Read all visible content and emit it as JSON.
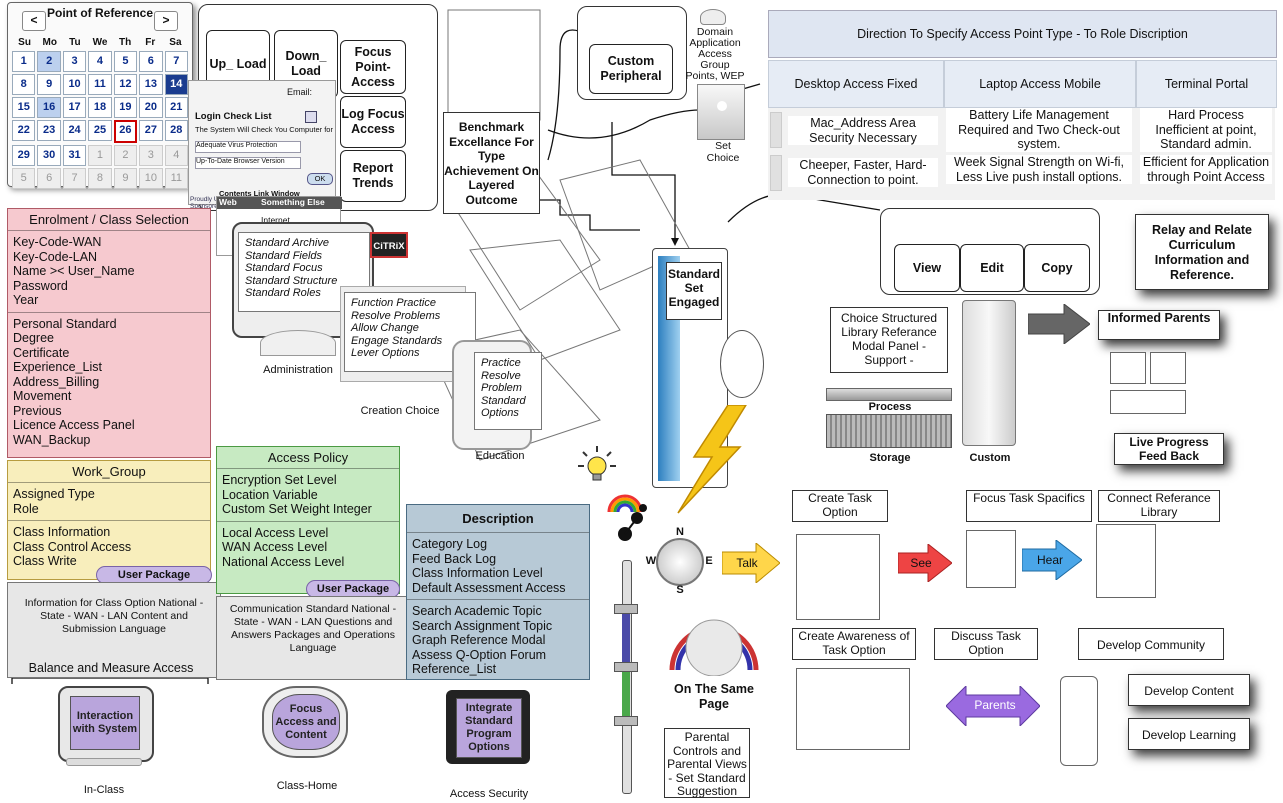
{
  "calendar": {
    "prev": "<",
    "next": ">",
    "title": "Point of Reference",
    "days": [
      "Su",
      "Mo",
      "Tu",
      "We",
      "Th",
      "Fr",
      "Sa"
    ],
    "cells": [
      "1",
      "2",
      "3",
      "4",
      "5",
      "6",
      "7",
      "8",
      "9",
      "10",
      "11",
      "12",
      "13",
      "14",
      "15",
      "16",
      "17",
      "18",
      "19",
      "20",
      "21",
      "22",
      "23",
      "24",
      "25",
      "26",
      "27",
      "28",
      "29",
      "30",
      "31",
      "1",
      "2",
      "3",
      "4",
      "5",
      "6",
      "7",
      "8",
      "9",
      "10",
      "11"
    ],
    "selected": "14",
    "today": "26"
  },
  "toolbox": {
    "upload": "Up_ Load",
    "download": "Down_ Load",
    "focus_point": "Focus Point- Access",
    "log_focus": "Log Focus Access",
    "report": "Report Trends"
  },
  "login": {
    "email": "Email:",
    "check_list": "Login Check List",
    "note": "The System Will Check You Computer for the ...",
    "virus": "Adequate Virus Protection",
    "browser": "Up-To-Date Browser Version",
    "ok": "OK",
    "contents": "Contents Link Window",
    "weblinks": "Web Links",
    "something": "Something Else",
    "internet": "Internet",
    "sponsored": "Proudly Un-Sponsored by:"
  },
  "benchmark": "Benchmark Excellance For Type Achievement On Layered Outcome",
  "peripheral": "Custom Peripheral",
  "domain": "Domain Application Access Group Points, WEP",
  "set_choice": "Set Choice",
  "table": {
    "header": "Direction To Specify Access Point Type - To Role Discription",
    "cols": [
      "Desktop Access Fixed",
      "Laptop Access Mobile",
      "Terminal Portal"
    ],
    "row1": [
      "Mac_Address Area Security Necessary",
      "Battery Life Management Required and Two Check-out system.",
      "Hard Process Inefficient at point, Standard admin."
    ],
    "row2": [
      "Cheeper, Faster, Hard-Connection to point.",
      "Week Signal Strength on Wi-fi, Less Live push install options.",
      "Efficient for Application through Point Access"
    ]
  },
  "edit_bar": {
    "view": "View",
    "edit": "Edit",
    "copy": "Copy"
  },
  "relay": "Relay and Relate Curriculum Information and Reference.",
  "informed": "Informed Parents",
  "live_progress": "Live Progress Feed Back",
  "choice_library": "Choice Structured Library Referance Modal Panel - Support -",
  "process": "Process",
  "storage": "Storage",
  "custom": "Custom",
  "standard_set": "Standard Set Engaged",
  "enrolment": {
    "title": "Enrolment / Class Selection",
    "sec1": [
      "Key-Code-WAN",
      "Key-Code-LAN",
      "Name >< User_Name",
      "Password",
      "Year"
    ],
    "sec2": [
      "Personal Standard",
      "Degree",
      "Certificate",
      "Experience_List",
      "Address_Billing",
      "Movement",
      "Previous",
      "Licence Access Panel",
      "WAN_Backup"
    ]
  },
  "work_group": {
    "title": "Work_Group",
    "sec1": [
      "Assigned Type",
      "Role"
    ],
    "sec2": [
      "Class Information",
      "Class Control Access",
      "Class Write"
    ],
    "pill": "User Package",
    "note": "Information for Class Option National - State - WAN - LAN Content and Submission Language"
  },
  "balance": "Balance and Measure Access",
  "access_policy": {
    "title": "Access Policy",
    "sec1": [
      "Encryption Set Level",
      "Location Variable",
      "Custom Set Weight Integer"
    ],
    "sec2": [
      "Local Access Level",
      "WAN Access Level",
      "National Access Level"
    ],
    "pill": "User Package",
    "note": "Communication Standard National - State - WAN - LAN Questions and Answers Packages and Operations Language"
  },
  "description": {
    "title": "Description",
    "sec1": [
      "Category Log",
      "Feed Back Log",
      "Class Information Level",
      "Default Assessment Access"
    ],
    "sec2": [
      "Search Academic Topic",
      "Search Assignment Topic",
      "Graph Reference Modal",
      "Assess Q-Option Forum",
      "Reference_List"
    ]
  },
  "admin_list": [
    "Standard Archive",
    "Standard Fields",
    "Standard Focus",
    "Standard Structure",
    "Standard Roles"
  ],
  "admin_label": "Administration",
  "citrix": "CiTRiX",
  "creation_list": [
    "Function Practice",
    "Resolve Problems",
    "Allow Change",
    "Engage Standards",
    "Lever Options"
  ],
  "creation_label": "Creation Choice",
  "education_list": [
    "Practice",
    "Resolve",
    "Problem",
    "Standard",
    "Options"
  ],
  "education_label": "Education",
  "monitors": {
    "in_class": {
      "screen": "Interaction with System",
      "label": "In-Class"
    },
    "class_home": {
      "screen": "Focus Access and Content",
      "label": "Class-Home"
    },
    "security": {
      "screen": "Integrate Standard Program Options",
      "label": "Access Security"
    }
  },
  "compass": {
    "n": "N",
    "s": "S",
    "e": "E",
    "w": "W"
  },
  "talk": "Talk",
  "same_page": "On The Same Page",
  "parental": "Parental Controls and Parental Views - Set Standard Suggestion",
  "tasks": {
    "create": "Create Task Option",
    "focus": "Focus Task Spacifics",
    "connect": "Connect Referance Library",
    "see": "See",
    "hear": "Hear",
    "awareness": "Create Awareness of Task Option",
    "discuss": "Discuss Task Option",
    "community": "Develop Community",
    "content": "Develop Content",
    "learning": "Develop Learning",
    "parents": "Parents"
  },
  "colors": {
    "pink": "#f6c9cf",
    "yellow": "#f8eebc",
    "green": "#c7eac2",
    "blue": "#b7c9d6",
    "purple": "#b9a5dc",
    "calendar_sel": "#1a3c8f"
  }
}
